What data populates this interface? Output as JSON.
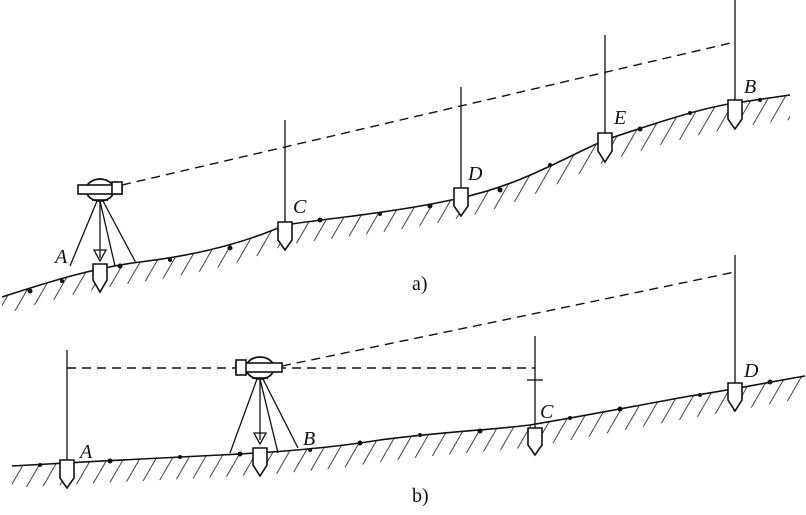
{
  "panel_a": {
    "caption": "a)",
    "labels": {
      "A": "A",
      "B": "B",
      "C": "C",
      "D": "D",
      "E": "E"
    }
  },
  "panel_b": {
    "caption": "b)",
    "labels": {
      "A": "A",
      "B": "B",
      "C": "C",
      "D": "D"
    }
  }
}
